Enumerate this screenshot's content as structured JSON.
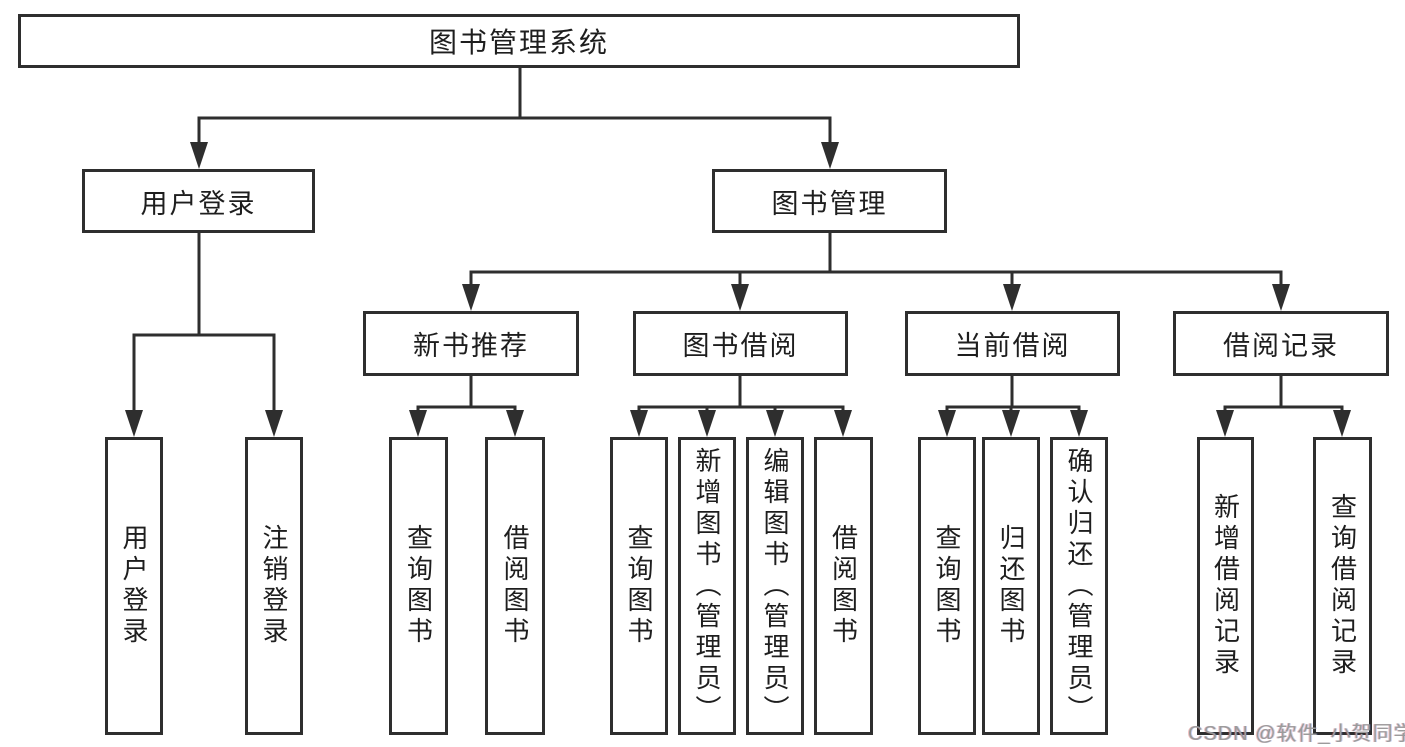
{
  "colors": {
    "line": "#2e2e2e",
    "text": "#1e1e1e",
    "background": "#ffffff",
    "watermark": "#9b9b9b"
  },
  "tree": {
    "root": {
      "label": "图书管理系统"
    },
    "level2": [
      {
        "id": "user-login",
        "label": "用户登录"
      },
      {
        "id": "book-management",
        "label": "图书管理"
      }
    ],
    "level3": [
      {
        "id": "new-book-recommend",
        "label": "新书推荐",
        "parent": "book-management"
      },
      {
        "id": "book-borrowing",
        "label": "图书借阅",
        "parent": "book-management"
      },
      {
        "id": "current-borrowing",
        "label": "当前借阅",
        "parent": "book-management"
      },
      {
        "id": "borrowing-records",
        "label": "借阅记录",
        "parent": "book-management"
      }
    ],
    "leaves": [
      {
        "group": "user-login",
        "label": "用户登录"
      },
      {
        "group": "user-login",
        "label": "注销登录"
      },
      {
        "group": "new-book-recommend",
        "label": "查询图书"
      },
      {
        "group": "new-book-recommend",
        "label": "借阅图书"
      },
      {
        "group": "book-borrowing",
        "label": "查询图书"
      },
      {
        "group": "book-borrowing",
        "label": "新增图书（管理员）"
      },
      {
        "group": "book-borrowing",
        "label": "编辑图书（管理员）"
      },
      {
        "group": "book-borrowing",
        "label": "借阅图书"
      },
      {
        "group": "current-borrowing",
        "label": "查询图书"
      },
      {
        "group": "current-borrowing",
        "label": "归还图书"
      },
      {
        "group": "current-borrowing",
        "label": "确认归还（管理员）"
      },
      {
        "group": "borrowing-records",
        "label": "新增借阅记录"
      },
      {
        "group": "borrowing-records",
        "label": "查询借阅记录"
      }
    ]
  },
  "watermark": {
    "text": "CSDN @软件_小贺同学"
  }
}
